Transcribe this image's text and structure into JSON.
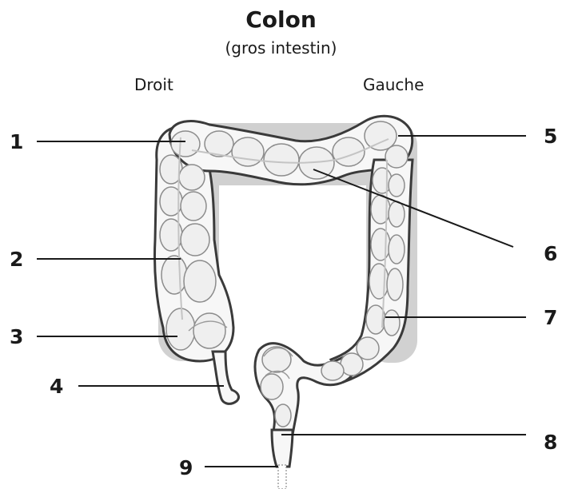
{
  "title": "Colon",
  "subtitle": "(gros intestin)",
  "side_labels": {
    "left": "Droit",
    "right": "Gauche"
  },
  "callouts": [
    "1",
    "2",
    "3",
    "4",
    "5",
    "6",
    "7",
    "8",
    "9"
  ]
}
